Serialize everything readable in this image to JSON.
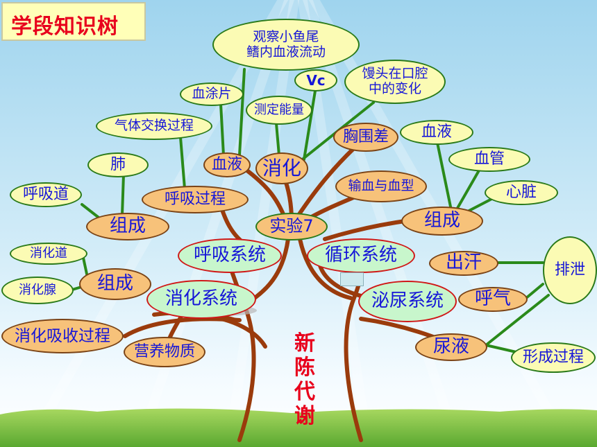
{
  "title": "学段知识树",
  "trunk_label": "新陈代谢",
  "nodes": {
    "experiment": "实验7",
    "xueye_exp": "血液",
    "xiaohua_exp": "消化",
    "guanchayuwei": "观察小鱼尾\n鳍内血液流动",
    "vc": "Vc",
    "mantou": "馒头在口腔\n中的变化",
    "xuetupian": "血涂片",
    "cedingnengliang": "测定能量",
    "xiongweicha": "胸围差",
    "qitijiaohuan": "气体交换过程",
    "shuxue": "输血与血型",
    "huxi_system": "呼吸系统",
    "huxi_zucheng": "组成",
    "fei": "肺",
    "huxidao": "呼吸道",
    "huxiguocheng": "呼吸过程",
    "xunhuan_system": "循环系统",
    "xunhuan_zucheng": "组成",
    "xueye": "血液",
    "xueguan": "血管",
    "xinzang": "心脏",
    "xiaohua_system": "消化系统",
    "xiaohua_zucheng": "组成",
    "xiaohuadao": "消化道",
    "xiaohuaxian": "消化腺",
    "xiaohuaxishou": "消化吸收过程",
    "yingyangwuzhi": "营养物质",
    "miniao_system": "泌尿系统",
    "chuhan": "出汗",
    "huqi": "呼气",
    "niaoye": "尿液",
    "paixie": "排泄",
    "xingchengguocheng": "形成过程"
  }
}
